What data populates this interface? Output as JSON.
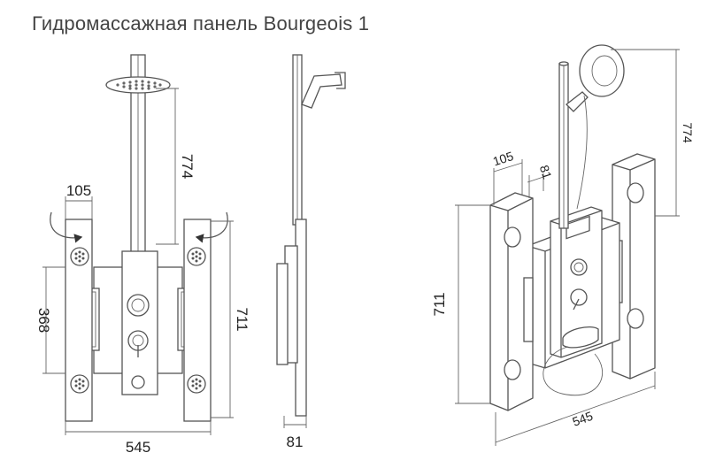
{
  "title": "Гидромассажная панель Bourgeois 1",
  "front_view": {
    "dim_panel_width": "105",
    "dim_nozzle_spacing": "368",
    "dim_height": "711",
    "dim_shower_height": "774",
    "dim_total_width": "545"
  },
  "side_view": {
    "dim_depth": "81"
  },
  "iso_view": {
    "dim_panel_width": "105",
    "dim_depth": "81",
    "dim_shower_height": "774",
    "dim_height": "711",
    "dim_total_width": "545"
  }
}
